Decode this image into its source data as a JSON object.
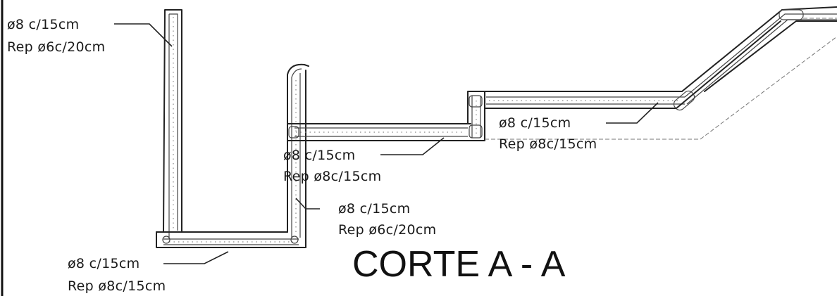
{
  "title": "CORTE A - A",
  "callouts": [
    {
      "bar": "ø8  c/15cm",
      "rep": "Rep  ø6c/20cm"
    },
    {
      "bar": "ø8  c/15cm",
      "rep": "Rep  ø8c/15cm"
    },
    {
      "bar": "ø8  c/15cm",
      "rep": "Rep  ø6c/20cm"
    },
    {
      "bar": "ø8  c/15cm",
      "rep": "Rep  ø8c/15cm"
    },
    {
      "bar": "ø8  c/15cm",
      "rep": "Rep  ø8c/15cm"
    }
  ]
}
